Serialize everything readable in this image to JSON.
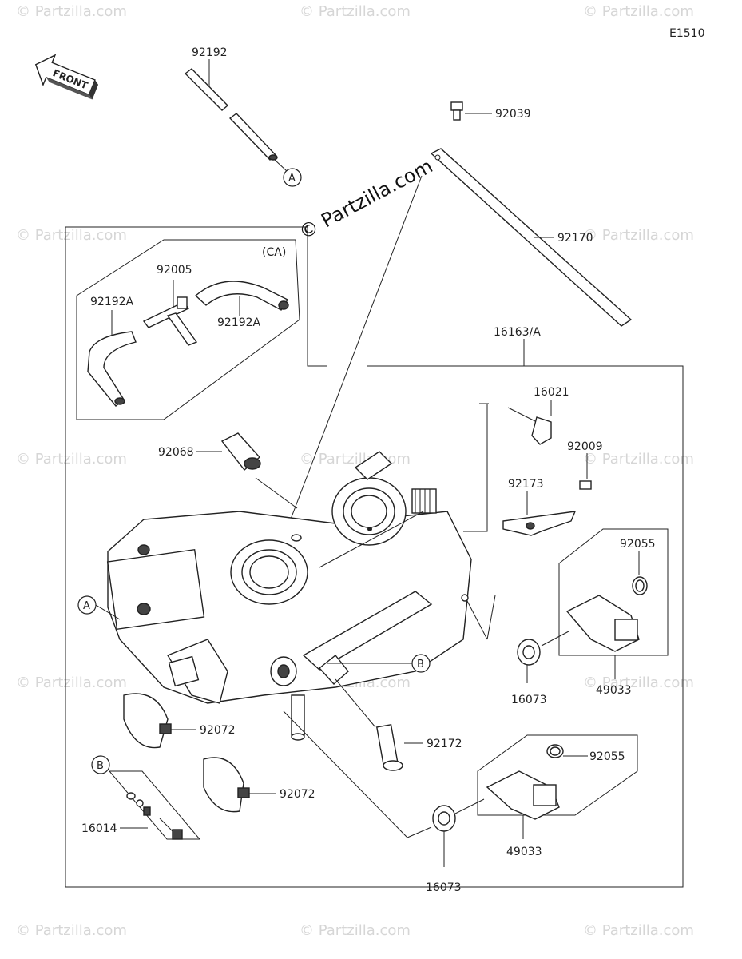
{
  "diagram_code": "E1510",
  "front_label": "FRONT",
  "watermark_main": "© Partzilla.com",
  "watermark_tile": "© Partzilla.com",
  "labels": {
    "p92192": "92192",
    "p92039": "92039",
    "p92170": "92170",
    "ca": "(CA)",
    "p92005": "92005",
    "p92192A_left": "92192A",
    "p92192A_right": "92192A",
    "p16163A": "16163/A",
    "p16021": "16021",
    "p92009": "92009",
    "p92068": "92068",
    "p92173": "92173",
    "p92055_top": "92055",
    "p16073_top": "16073",
    "p49033_top": "49033",
    "p92072_left": "92072",
    "p92072_right": "92072",
    "p92172": "92172",
    "p92055_bottom": "92055",
    "p16014": "16014",
    "p49033_bottom": "49033",
    "p16073_bottom": "16073"
  },
  "callouts": {
    "a_top": "A",
    "a_left": "A",
    "b_center": "B",
    "b_left": "B"
  }
}
